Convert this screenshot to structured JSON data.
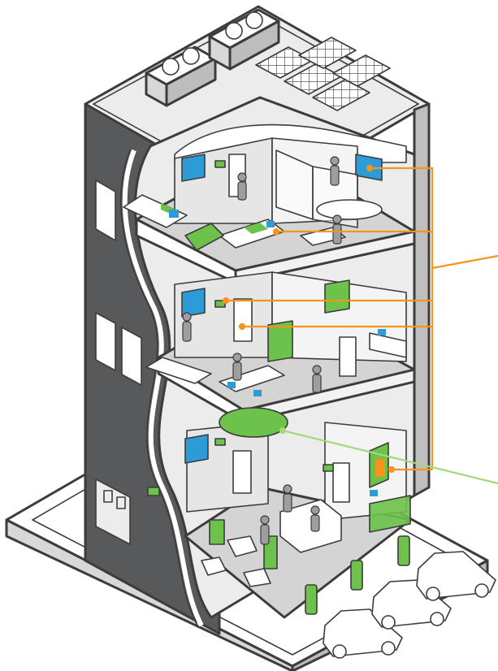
{
  "illustration": {
    "subject": "smart-building-cutaway",
    "floors": [
      "open-office",
      "office-with-meeting-room",
      "lobby"
    ],
    "icons": [
      "hvac-fan-icon",
      "solar-panel-icon",
      "security-camera-icon",
      "wall-display-icon",
      "door-icon",
      "ev-charger-icon",
      "car-icon",
      "electrical-panel-icon",
      "workstation-icon",
      "person-icon",
      "plant-icon",
      "armchair-icon"
    ]
  },
  "colors": {
    "outline": "#3c3c3c",
    "wall_dark": "#58595b",
    "wall_light": "#ececec",
    "floor": "#d4d4d4",
    "accent_green": "#6cc24a",
    "accent_blue": "#2d9bd6",
    "callout_orange": "#f7941d",
    "callout_green": "#a3d977"
  }
}
